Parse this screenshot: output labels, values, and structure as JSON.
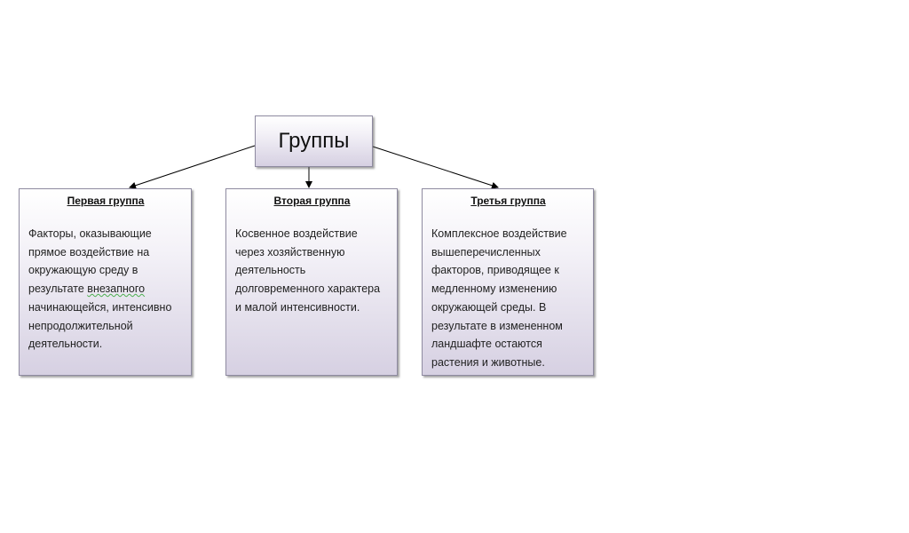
{
  "root": {
    "label": "Группы"
  },
  "groups": [
    {
      "title": "Первая группа",
      "text_before": "Факторы, оказывающие прямое воздействие на окружающую среду в результате ",
      "text_marked": "внезапного",
      "text_after": " начинающейся, интенсивно непродолжительной деятельности."
    },
    {
      "title": "Вторая группа",
      "text": "Косвенное воздействие через хозяйственную деятельность долговременного характера и малой интенсивности."
    },
    {
      "title": "Третья группа",
      "text": "Комплексное воздействие вышеперечисленных факторов, приводящее к медленному изменению окружающей среды. В результате в измененном ландшафте остаются растения и животные."
    }
  ],
  "colors": {
    "box_border": "#8e8aa0",
    "box_gradient_bottom": "#d6d0e2",
    "connector": "#000000",
    "spellcheck_underline": "#4caf50"
  }
}
